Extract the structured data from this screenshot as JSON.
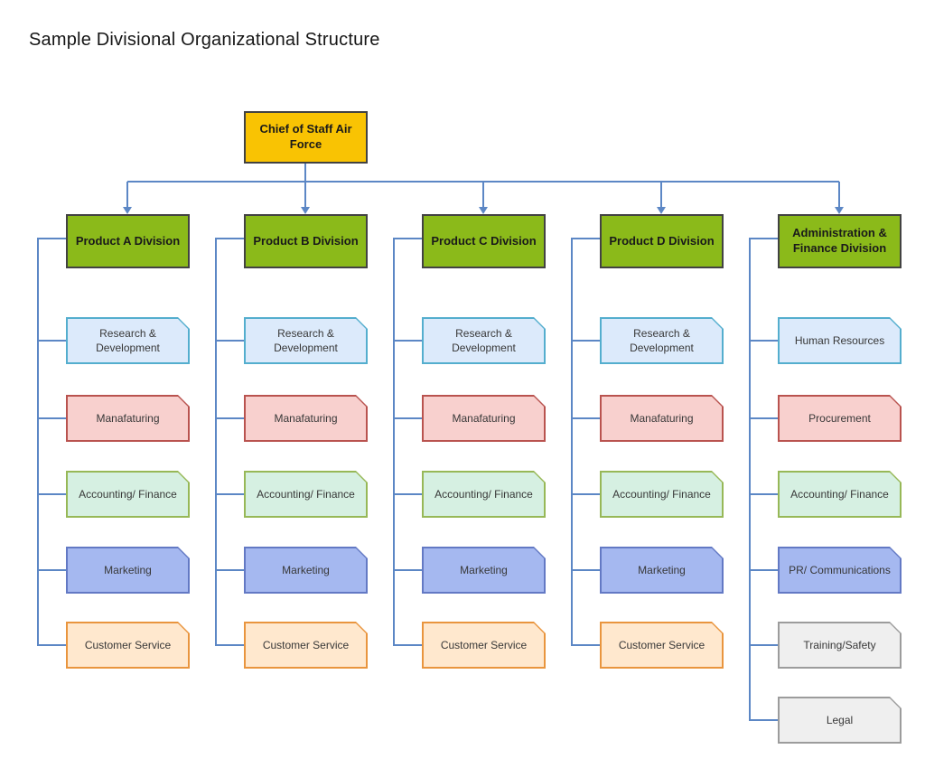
{
  "title": "Sample Divisional Organizational Structure",
  "connector_color": "#5C87C5",
  "root": {
    "label": "Chief of Staff Air Force",
    "fill": "#F9C303",
    "border": "#424242"
  },
  "division_style": {
    "fill": "#8BBA1A",
    "border": "#424242"
  },
  "palette": {
    "blue": {
      "fill": "#DCEAFB",
      "border": "#54AECE"
    },
    "red": {
      "fill": "#F8D0CE",
      "border": "#B9534F"
    },
    "mint": {
      "fill": "#D6F0E2",
      "border": "#97B857"
    },
    "purple": {
      "fill": "#A5B8F0",
      "border": "#6379C4"
    },
    "orange": {
      "fill": "#FFE8CE",
      "border": "#E9953E"
    },
    "gray": {
      "fill": "#EFEFEF",
      "border": "#9C9C9C"
    }
  },
  "columns": [
    {
      "label": "Product A Division",
      "children": [
        {
          "label": "Research & Development",
          "color": "blue"
        },
        {
          "label": "Manafaturing",
          "color": "red"
        },
        {
          "label": "Accounting/ Finance",
          "color": "mint"
        },
        {
          "label": "Marketing",
          "color": "purple"
        },
        {
          "label": "Customer Service",
          "color": "orange"
        }
      ]
    },
    {
      "label": "Product B Division",
      "children": [
        {
          "label": "Research & Development",
          "color": "blue"
        },
        {
          "label": "Manafaturing",
          "color": "red"
        },
        {
          "label": "Accounting/ Finance",
          "color": "mint"
        },
        {
          "label": "Marketing",
          "color": "purple"
        },
        {
          "label": "Customer Service",
          "color": "orange"
        }
      ]
    },
    {
      "label": "Product C Division",
      "children": [
        {
          "label": "Research & Development",
          "color": "blue"
        },
        {
          "label": "Manafaturing",
          "color": "red"
        },
        {
          "label": "Accounting/ Finance",
          "color": "mint"
        },
        {
          "label": "Marketing",
          "color": "purple"
        },
        {
          "label": "Customer Service",
          "color": "orange"
        }
      ]
    },
    {
      "label": "Product D Division",
      "children": [
        {
          "label": "Research & Development",
          "color": "blue"
        },
        {
          "label": "Manafaturing",
          "color": "red"
        },
        {
          "label": "Accounting/ Finance",
          "color": "mint"
        },
        {
          "label": "Marketing",
          "color": "purple"
        },
        {
          "label": "Customer Service",
          "color": "orange"
        }
      ]
    },
    {
      "label": "Administration & Finance Division",
      "children": [
        {
          "label": "Human Resources",
          "color": "blue"
        },
        {
          "label": "Procurement",
          "color": "red"
        },
        {
          "label": "Accounting/ Finance",
          "color": "mint"
        },
        {
          "label": "PR/ Communications",
          "color": "purple"
        },
        {
          "label": "Training/Safety",
          "color": "gray"
        },
        {
          "label": "Legal",
          "color": "gray"
        }
      ]
    }
  ]
}
